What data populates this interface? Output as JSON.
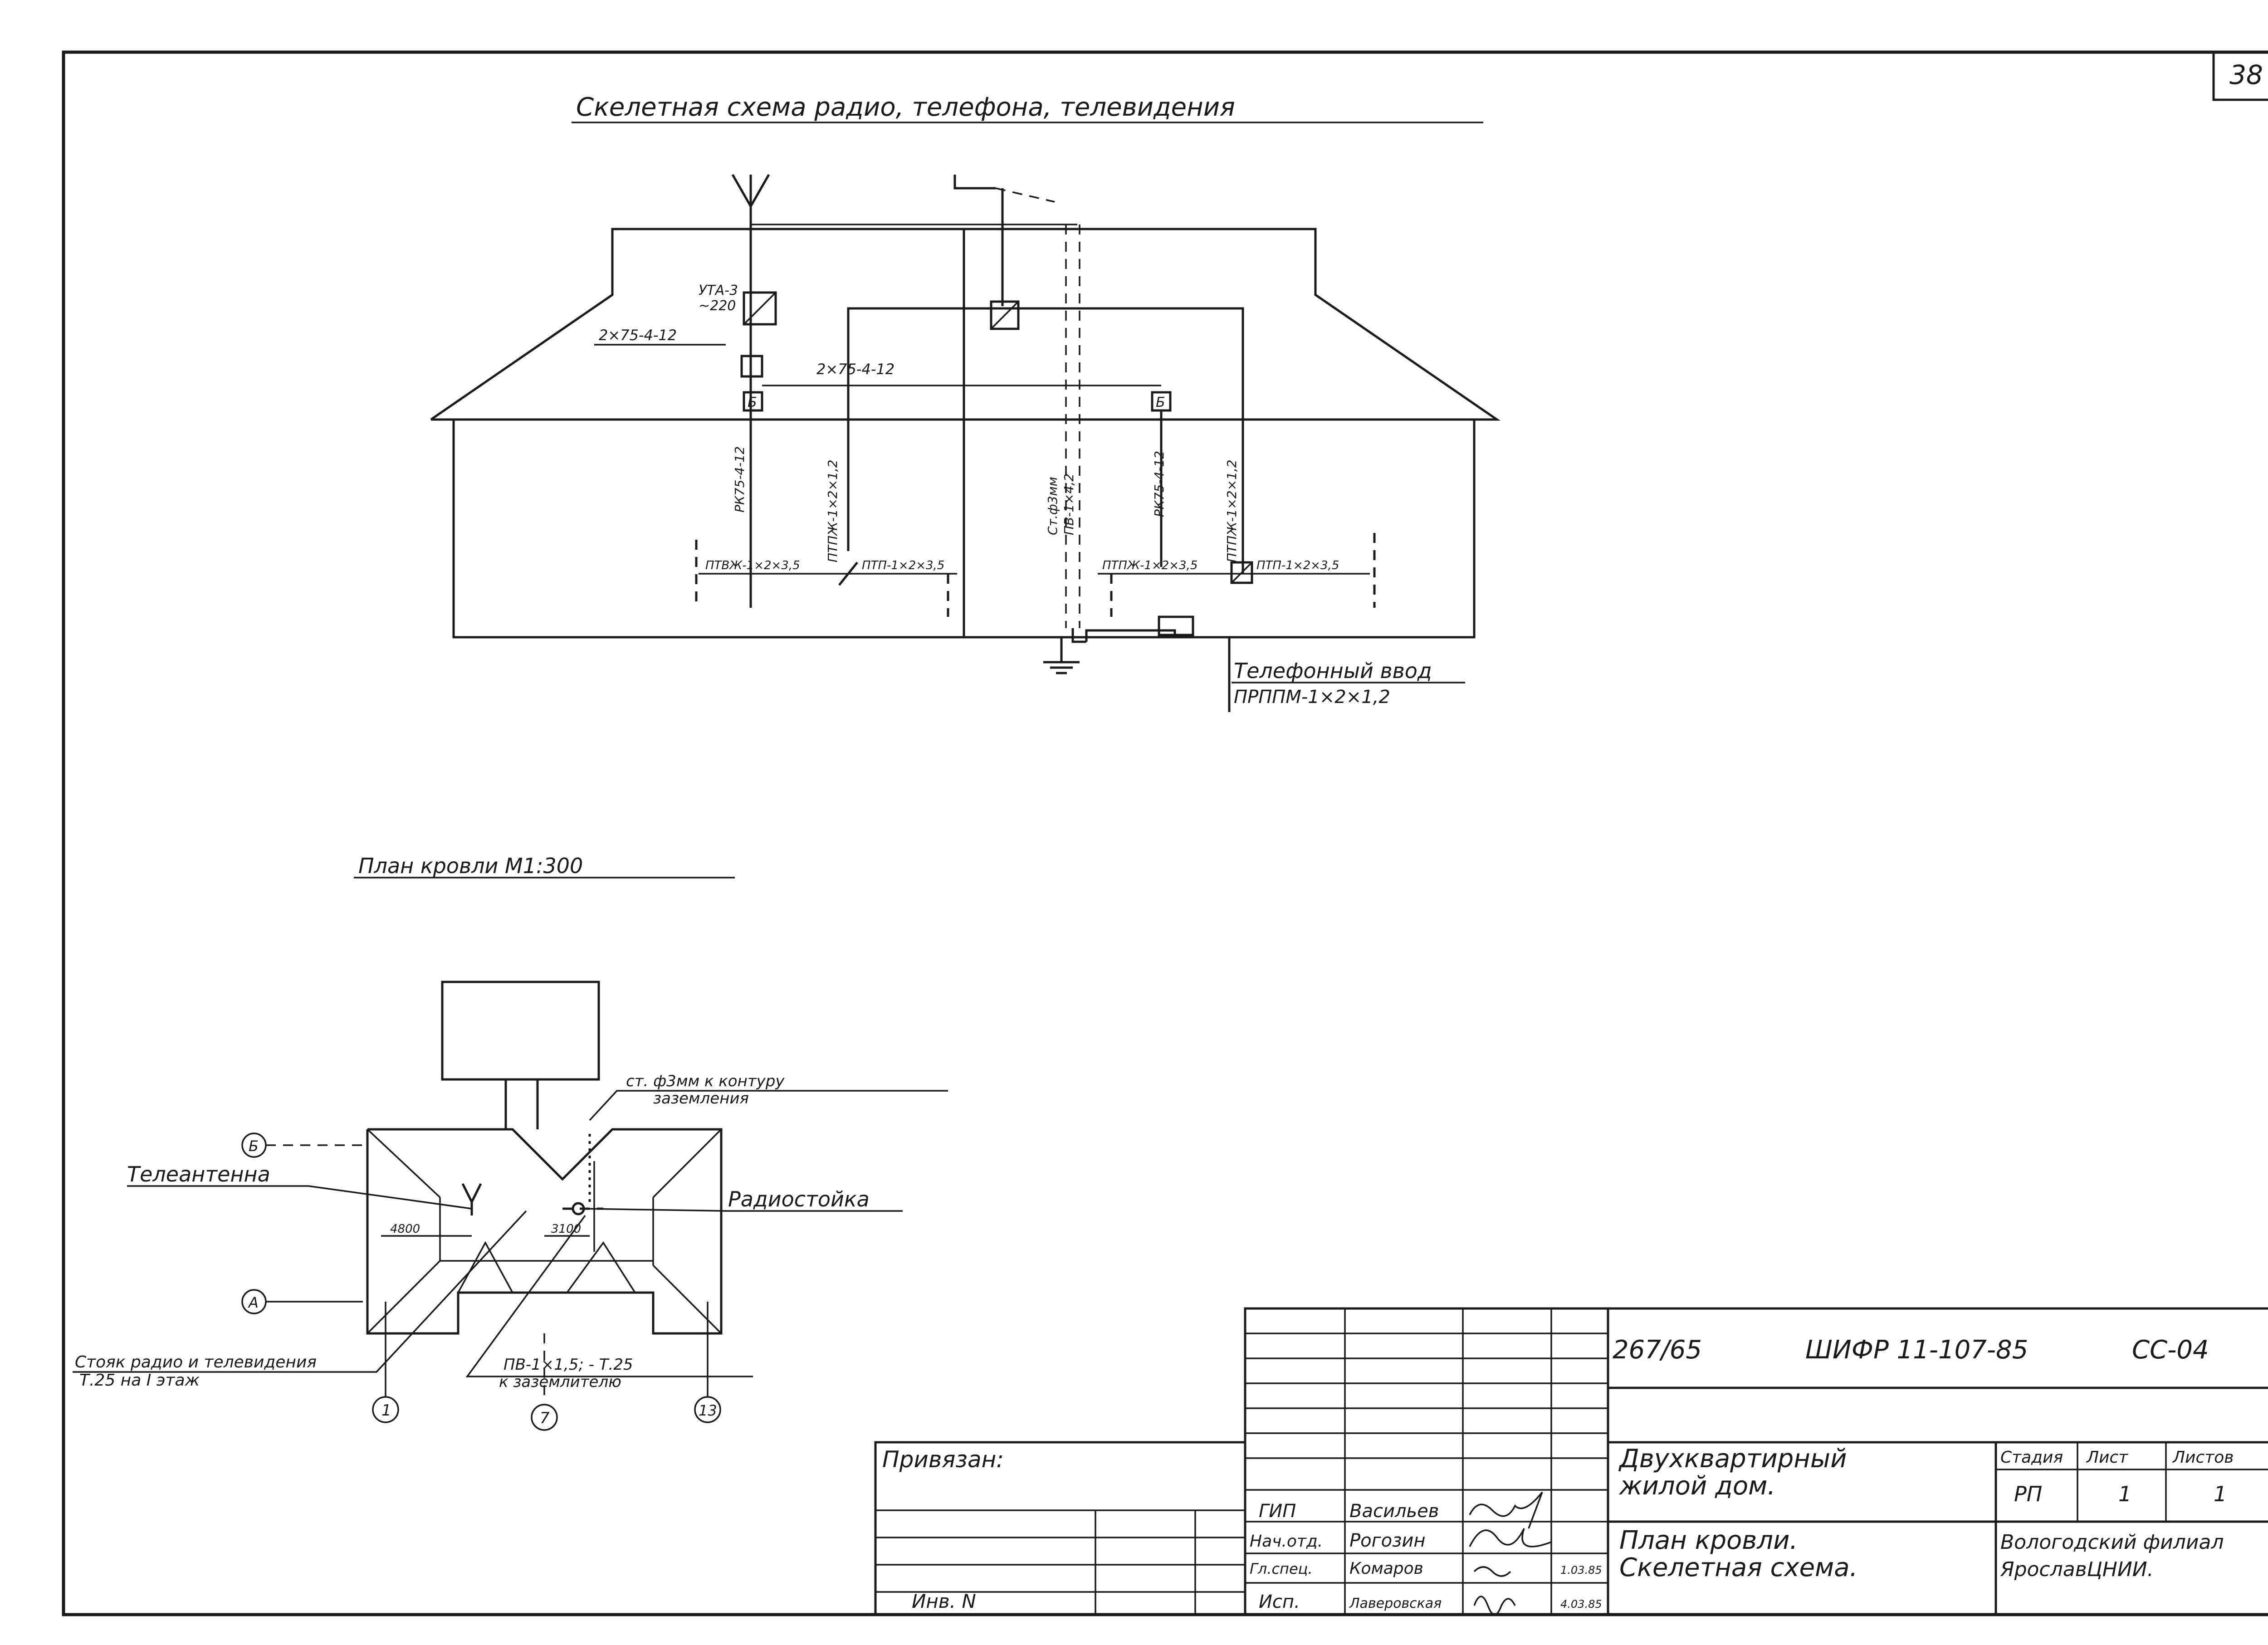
{
  "sheet_number": "38",
  "skeleton_scheme": {
    "title": "Скелетная схема радио, телефона, телевидения",
    "labels": {
      "amplifier": "УТА-3\n~220",
      "cable_top": "2×75-4-12",
      "cable_mid": "2×75-4-12",
      "riser_left": "РК75-4-12",
      "riser_left2": "ПТПЖ-1×2×1,2",
      "riser_center": "Ст.ф3мм\nПВ-1×4,2",
      "riser_right1": "РК75-4-12",
      "riser_right2": "ПТПЖ-1×2×1,2",
      "branch_left_a": "ПТВЖ-1×2×3,5",
      "branch_left_b": "ПТП-1×2×3,5",
      "branch_right_a": "ПТПЖ-1×2×3,5",
      "branch_right_b": "ПТП-1×2×3,5",
      "box_b": "Б",
      "phone_input": "Телефонный ввод",
      "phone_cable": "ПРППМ-1×2×1,2"
    }
  },
  "roof_plan": {
    "title": "План кровли М1:300",
    "labels": {
      "tv_antenna": "Телеантенна",
      "radio_stand": "Радиостойка",
      "ground_note": "ст. ф3мм к контуру\nзаземления",
      "riser_note": "Стояк радио и телевидения\nТ.25 на I этаж",
      "pv_note": "ПВ-1×1,5; - Т.25\nк заземлителю",
      "dim_left": "4800",
      "dim_mid": "3100",
      "axis_b": "Б",
      "axis_a": "А",
      "axis_1": "1",
      "axis_7": "7",
      "axis_13": "13"
    }
  },
  "title_block": {
    "ref_number": "267/65",
    "code": "ШИФР 11-107-85",
    "sheet_code": "СС-04",
    "bound_label": "Привязан:",
    "inv_label": "Инв. N",
    "object_name": "Двухквартирный\nжилой дом.",
    "drawing_name": "План кровли.\nСкелетная схема.",
    "stage_header": "Стадия",
    "sheet_header": "Лист",
    "sheets_header": "Листов",
    "stage_value": "РП",
    "sheet_value": "1",
    "sheets_value": "1",
    "organization": "Вологодский филиал\nЯрославЦНИИ.",
    "signatures": [
      {
        "role": "ГИП",
        "name": "Васильев",
        "date": ""
      },
      {
        "role": "Нач.отд.",
        "name": "Рогозин",
        "date": ""
      },
      {
        "role": "Гл.спец.",
        "name": "Комаров",
        "date": "1.03.85"
      },
      {
        "role": "Исп.",
        "name": "Лаверовская",
        "date": "4.03.85"
      }
    ]
  }
}
